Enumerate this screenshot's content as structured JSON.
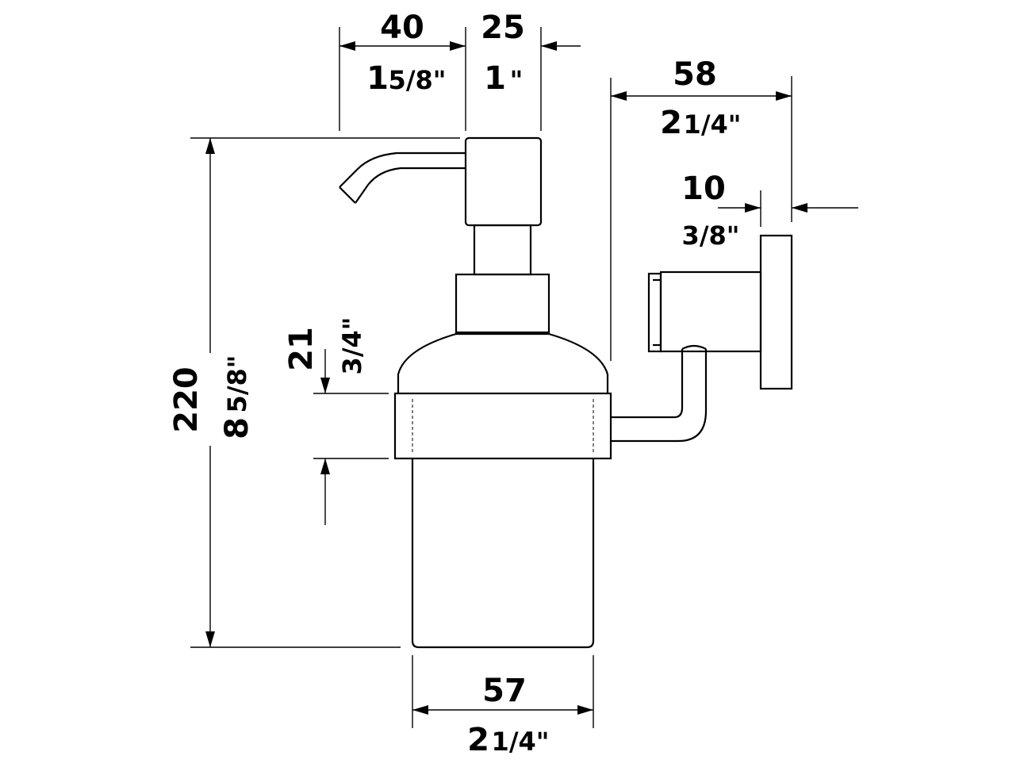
{
  "dimensions": {
    "spout_reach": {
      "mm": "40",
      "inch_whole": "1",
      "inch_frac": "5/8\""
    },
    "pump_width": {
      "mm": "25",
      "inch_whole": "1",
      "inch_frac": "\""
    },
    "projection": {
      "mm": "58",
      "inch_whole": "2",
      "inch_frac": "1/4\""
    },
    "plate_depth": {
      "mm": "10",
      "inch": "3/8\""
    },
    "height": {
      "mm": "220",
      "inch_whole": "8",
      "inch_frac": "5/8\""
    },
    "ring_offset": {
      "mm": "21",
      "inch": "3/4\""
    },
    "glass_width": {
      "mm": "57",
      "inch_whole": "2",
      "inch_frac": "1/4\""
    }
  }
}
